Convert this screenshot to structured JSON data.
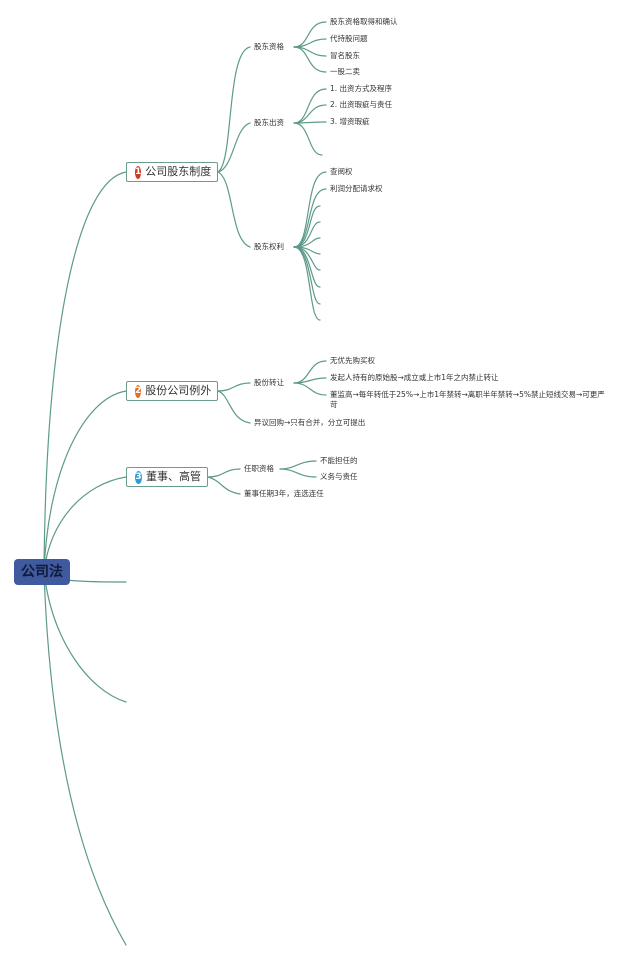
{
  "root": {
    "label": "公司法"
  },
  "colors": {
    "connector": "#5e9a8a",
    "root_bg": "#3f5a9e",
    "badge_1": "#d03a1e",
    "badge_2": "#e36e1e",
    "badge_3": "#2e9bd6"
  },
  "branch1": {
    "num": "1",
    "label": "公司股东制度",
    "qualification": {
      "label": "股东资格",
      "items": [
        "股东资格取得和确认",
        "代持股问题",
        "冒名股东",
        "一股二卖"
      ]
    },
    "contribution": {
      "label": "股东出资",
      "items": [
        "1. 出资方式及程序",
        "2. 出资瑕疵与责任",
        "3. 增资瑕疵"
      ]
    },
    "rights": {
      "label": "股东权利",
      "items": [
        "查阅权",
        "利润分配请求权"
      ]
    }
  },
  "branch2": {
    "num": "2",
    "label": "股份公司例外",
    "transfer": {
      "label": "股份转让",
      "items": [
        "无优先购买权",
        "发起人持有的原始股→成立或上市1年之内禁止转让",
        "董监高→每年转低于25%→上市1年禁转→离职半年禁转→5%禁止短线交易→可更严苛"
      ]
    },
    "objection": "异议回购→只有合并，分立可提出"
  },
  "branch3": {
    "num": "3",
    "label": "董事、高管",
    "qualification": {
      "label": "任职资格",
      "items": [
        "不能担任的",
        "义务与责任"
      ]
    },
    "term": "董事任期3年，连选连任"
  }
}
